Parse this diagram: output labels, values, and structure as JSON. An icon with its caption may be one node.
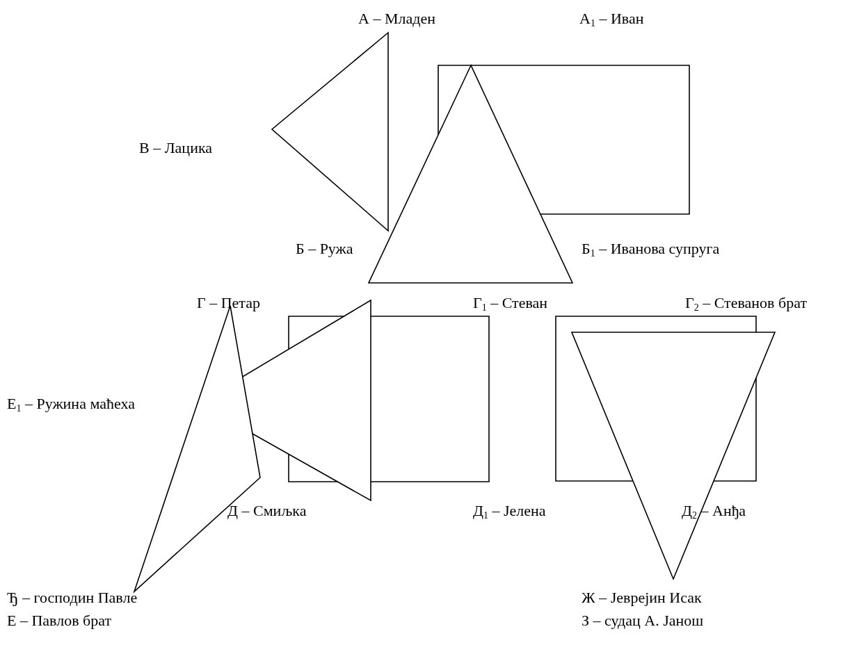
{
  "diagram": {
    "labels": [
      "А – Младен",
      "А$_{1}$ – Иван",
      "В – Лацика",
      "Б – Ружа",
      "Б$_{1}$ – Иванова супруга",
      "Г – Петар",
      "Г$_{1}$ – Стеван",
      "Г$_{2}$ – Стеванов брат",
      "Е$_{1}$ – Ружина маћеха",
      "Д – Смиљка",
      "Д$_{1}$ – Јелена",
      "Д$_{2}$ – Анђа",
      "Ђ – господин Павле",
      "Ж – Јеврејин Исак",
      "Е – Павлов брат",
      "З – судац А. Јанош"
    ]
  }
}
